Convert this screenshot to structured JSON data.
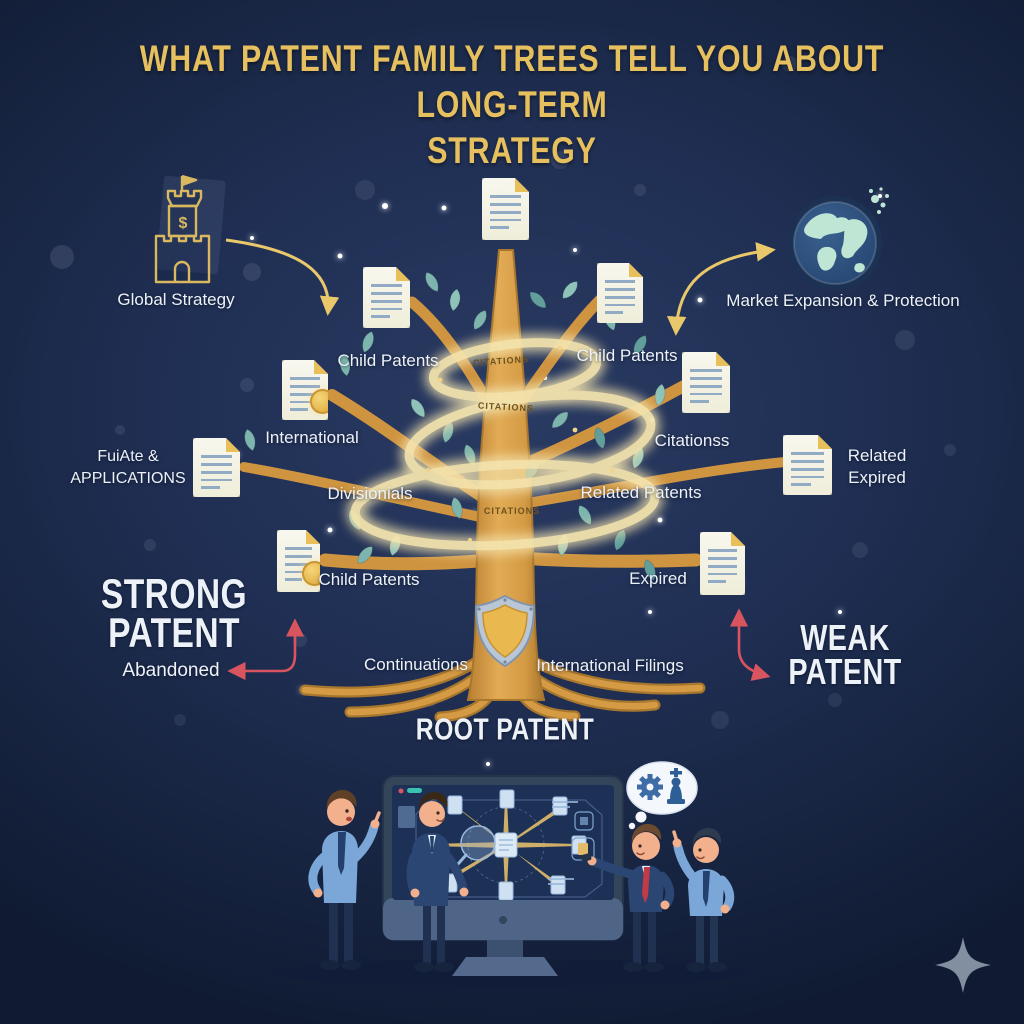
{
  "title": {
    "line1": "WHAT PATENT FAMILY TREES TELL YOU ABOUT LONG-TERM",
    "line2": "STRATEGY"
  },
  "callouts": {
    "global_strategy": "Global Strategy",
    "market_expansion": "Market Expansion & Protection"
  },
  "tree": {
    "root_label": "ROOT PATENT",
    "ribbon_text": "CITATIONS",
    "labels": {
      "child_upper_left": "Child Patents",
      "child_upper_right": "Child Patents",
      "international": "International",
      "citations": "Citationss",
      "future_line1": "FuiAte &",
      "future_line2": "APPLICATIONS",
      "divisionals": "Divisionials",
      "related_patents": "Related Patents",
      "related_expired_line1": "Related",
      "related_expired_line2": "Expired",
      "child_lower_left": "Child Patents",
      "expired": "Expired",
      "continuations": "Continuations",
      "international_filings": "International Filings"
    }
  },
  "verdicts": {
    "strong_line1": "STRONG",
    "strong_line2": "PATENT",
    "abandoned": "Abandoned",
    "weak_line1": "WEAK",
    "weak_line2": "PATENT"
  },
  "icons": {
    "castle": "castle-icon",
    "castle_glyph": "$",
    "globe": "globe-icon",
    "shield": "shield-icon",
    "document": "patent-document-icon",
    "seal": "gold-seal-icon",
    "gear": "gear-icon",
    "chess_king": "chess-king-icon",
    "thought_bubble": "thought-bubble-icon",
    "sparkle": "sparkle-icon",
    "magnifier": "magnifier-icon"
  },
  "colors": {
    "background": "#1f2e52",
    "title_gold": "#e6c05e",
    "label_white": "#edf1f8",
    "trunk_gold": "#d49a44",
    "branch_gold": "#cf9440",
    "leaf_teal": "#7db5ae",
    "ribbon_glow": "#f4e4ae",
    "arrow_gold": "#e8c86a",
    "arrow_red": "#d85560",
    "doc_body": "#f3f2e4",
    "doc_fold": "#e9bf59",
    "doc_lines": "#92abc4",
    "seal_gold": "#dba63c",
    "shield_silver": "#b9c6d6",
    "shield_gold": "#e9b94f",
    "globe_ocean": "#2e5078",
    "globe_land": "#bfe6d4",
    "monitor_frame": "#324559",
    "monitor_chin": "#4e6587",
    "screen_navy": "#1d3156",
    "screen_accent": "#8fb7e6",
    "suit_navy": "#2b4672",
    "shirt_blue": "#7aa6d8",
    "tie_navy": "#23406e",
    "tie_red": "#c03b45",
    "skin": "#f2b08c",
    "sparkle_gray": "#96a3b5"
  }
}
